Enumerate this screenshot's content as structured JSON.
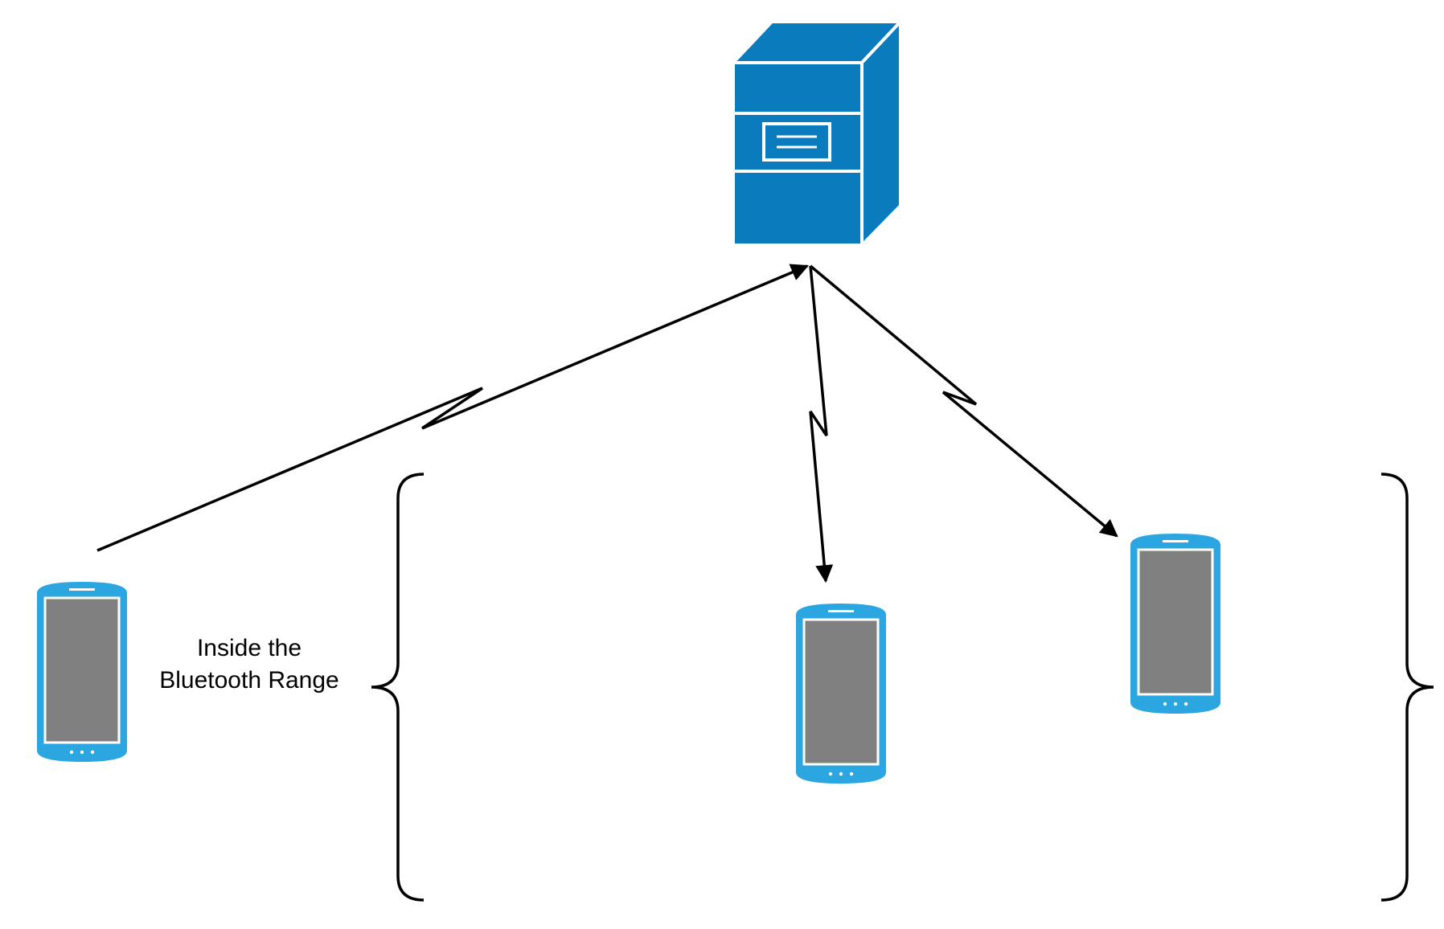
{
  "colors": {
    "server_fill": "#0a7bbd",
    "server_outline": "#ffffff",
    "phone_body": "#2ca6e0",
    "phone_screen": "#808080",
    "phone_outline": "#ffffff",
    "connector": "#000000",
    "background": "#ffffff"
  },
  "icons": {
    "server": "server-icon",
    "phone": "smartphone-icon"
  },
  "label": {
    "line1": "Inside the",
    "line2": "Bluetooth Range"
  },
  "nodes": [
    {
      "id": "server",
      "kind": "server"
    },
    {
      "id": "phone-outside",
      "kind": "phone"
    },
    {
      "id": "phone-inside-1",
      "kind": "phone"
    },
    {
      "id": "phone-inside-2",
      "kind": "phone"
    }
  ],
  "edges": [
    {
      "from": "phone-outside",
      "to": "server",
      "style": "lightning",
      "arrow_at": "server"
    },
    {
      "from": "server",
      "to": "phone-inside-1",
      "style": "lightning",
      "arrow_at": "phone-inside-1"
    },
    {
      "from": "server",
      "to": "phone-inside-2",
      "style": "lightning",
      "arrow_at": "phone-inside-2"
    }
  ],
  "group": {
    "members": [
      "phone-inside-1",
      "phone-inside-2"
    ],
    "bracket": "curly-braces"
  }
}
